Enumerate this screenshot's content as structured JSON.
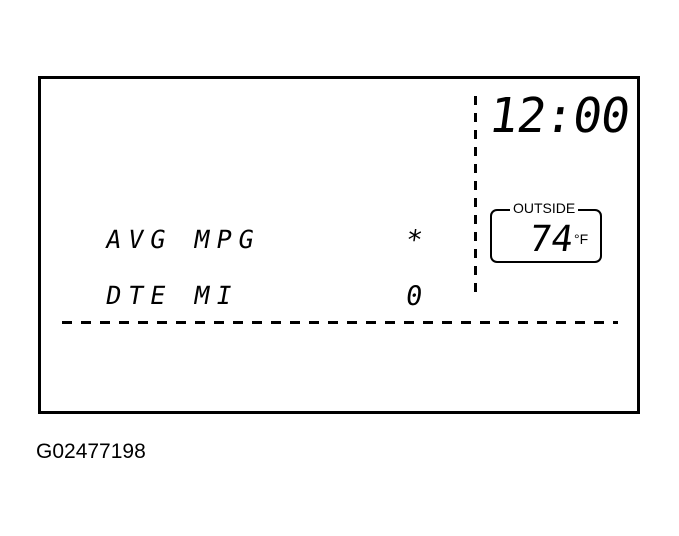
{
  "display": {
    "clock": "12:00",
    "outside_label": "OUTSIDE",
    "outside_temp": "74",
    "temp_unit": "°F",
    "rows": [
      {
        "label": "AVG MPG",
        "value": "*"
      },
      {
        "label": "DTE MI",
        "value": "0"
      }
    ]
  },
  "figure_id": "G02477198"
}
